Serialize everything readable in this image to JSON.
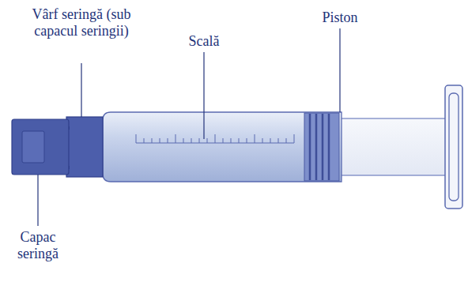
{
  "diagram": {
    "labels": [
      "Vârf seringă (sub capacul seringii)",
      "Scală",
      "Piston",
      "Capac seringă"
    ]
  }
}
